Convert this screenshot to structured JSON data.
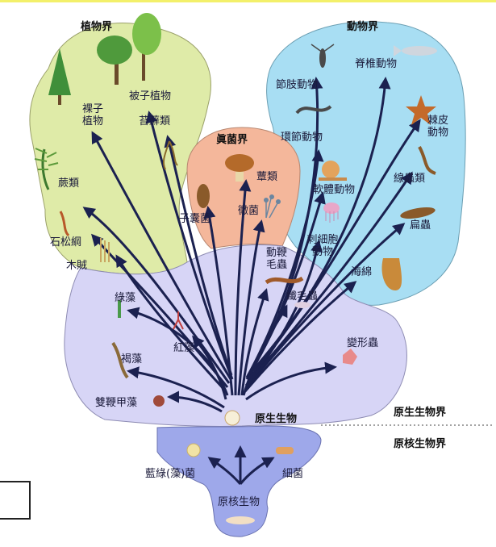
{
  "kingdoms": {
    "plant": "植物界",
    "animal": "動物界",
    "fungi": "眞菌界",
    "protist": "原生生物界",
    "monera": "原核生物界"
  },
  "plant_groups": {
    "gymnosperm": "裸子植物",
    "angiosperm": "被子植物",
    "moss": "苔蘚類",
    "fern": "蕨類",
    "club_moss": "石松綱",
    "horsetail": "木賊"
  },
  "fungi_groups": {
    "mushroom": "蕈類",
    "sac_fungi": "子囊菌",
    "mold": "黴菌"
  },
  "animal_groups": {
    "vertebrate": "脊椎動物",
    "arthropod": "節肢動物",
    "annelid": "環節動物",
    "echinoderm": "棘皮動物",
    "mollusk": "軟體動物",
    "roundworm": "線蟲類",
    "cnidarian": "刺細胞動物",
    "flatworm": "扁蟲",
    "sponge": "海綿"
  },
  "protist_groups": {
    "flagellate": "動鞭毛蟲",
    "ciliate": "纖毛蟲",
    "amoeba": "變形蟲",
    "green_algae": "綠藻",
    "red_algae": "紅藻",
    "brown_algae": "褐藻",
    "dinoflagellate": "雙鞭甲藻",
    "protist": "原生生物"
  },
  "monera_groups": {
    "cyanobacteria": "藍綠(藻)菌",
    "bacteria": "細菌",
    "prokaryote": "原核生物"
  },
  "colors": {
    "plant_region": "#dfeba8",
    "animal_region": "#a8def3",
    "fungi_region": "#f4b79b",
    "protist_region": "#d7d5f6",
    "monera_region": "#9ea8ea",
    "arrow": "#1b2150",
    "top_bar": "#f3f06a"
  }
}
